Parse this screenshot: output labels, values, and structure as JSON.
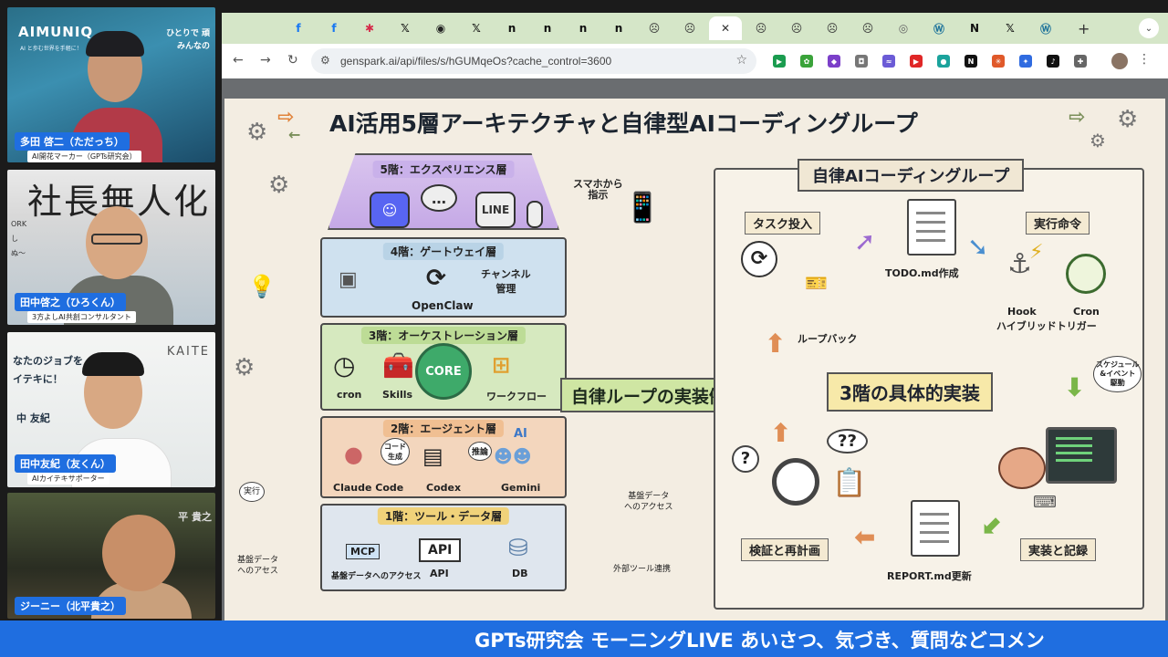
{
  "participants": [
    {
      "name": "多田 啓二（ただっち）",
      "role": "AI開花マーカー（GPTs研究会）",
      "brand": "AIMUNIQ",
      "brand_sub": "AI と歩む世界を手軽に！",
      "corner": "ひとりで 頑\nみんなの"
    },
    {
      "name": "田中啓之（ひろくん）",
      "role": "3方よしAI共創コンサルタント",
      "bg_title": "社長無人化",
      "bg_side": "ORK\nし\nぬ〜"
    },
    {
      "name": "田中友紀（友くん）",
      "role": "AIカイテキサポーター",
      "bg_title": "KAITE",
      "bg_side": "なたのジョブを\nイテキに！",
      "bg_name": "中 友紀"
    },
    {
      "name": "ジーニー（北平貴之）",
      "bg_side": "平 貴之"
    }
  ],
  "browser": {
    "tabs": [
      {
        "icon": "facebook-icon",
        "glyph": "f",
        "color": "#1877f2"
      },
      {
        "icon": "facebook-icon",
        "glyph": "f",
        "color": "#1877f2"
      },
      {
        "icon": "slack-icon",
        "glyph": "✱",
        "color": "#d62b4a"
      },
      {
        "icon": "x-icon",
        "glyph": "𝕏",
        "color": "#111111"
      },
      {
        "icon": "github-icon",
        "glyph": "◉",
        "color": "#222222"
      },
      {
        "icon": "x-icon",
        "glyph": "𝕏",
        "color": "#111111"
      },
      {
        "icon": "notion-icon",
        "glyph": "n",
        "color": "#111111"
      },
      {
        "icon": "notion-icon",
        "glyph": "n",
        "color": "#111111"
      },
      {
        "icon": "notion-icon",
        "glyph": "n",
        "color": "#111111"
      },
      {
        "icon": "notion-icon",
        "glyph": "n",
        "color": "#111111"
      },
      {
        "icon": "chatgpt-icon",
        "glyph": "☹",
        "color": "#333333"
      },
      {
        "icon": "chatgpt-icon",
        "glyph": "☹",
        "color": "#333333"
      },
      {
        "icon": "close-tab-icon",
        "glyph": "✕",
        "color": "#333333",
        "active": true
      },
      {
        "icon": "chatgpt-icon",
        "glyph": "☹",
        "color": "#333333"
      },
      {
        "icon": "chatgpt-icon",
        "glyph": "☹",
        "color": "#333333"
      },
      {
        "icon": "chatgpt-icon",
        "glyph": "☹",
        "color": "#333333"
      },
      {
        "icon": "chatgpt-icon",
        "glyph": "☹",
        "color": "#333333"
      },
      {
        "icon": "chrome-icon",
        "glyph": "◎",
        "color": "#666666"
      },
      {
        "icon": "wordpress-icon",
        "glyph": "Ⓦ",
        "color": "#21759b"
      },
      {
        "icon": "notion-icon",
        "glyph": "N",
        "color": "#111111"
      },
      {
        "icon": "x-icon",
        "glyph": "𝕏",
        "color": "#111111"
      },
      {
        "icon": "wordpress-icon",
        "glyph": "Ⓦ",
        "color": "#21759b"
      }
    ],
    "url": "genspark.ai/api/files/s/hGUMqeOs?cache_control=3600",
    "extensions": [
      {
        "icon": "ext-green-icon",
        "color": "#1a9c4f",
        "glyph": "▶"
      },
      {
        "icon": "ext-clover-icon",
        "color": "#3aa33a",
        "glyph": "✿"
      },
      {
        "icon": "ext-purple-icon",
        "color": "#7b3fc9",
        "glyph": "◆"
      },
      {
        "icon": "ext-camera-icon",
        "color": "#777777",
        "glyph": "◘"
      },
      {
        "icon": "ext-wave-icon",
        "color": "#6b5bd6",
        "glyph": "≈"
      },
      {
        "icon": "ext-youtube-icon",
        "color": "#e02727",
        "glyph": "▶"
      },
      {
        "icon": "ext-teal-icon",
        "color": "#1ba39c",
        "glyph": "●"
      },
      {
        "icon": "ext-notion-icon",
        "color": "#111111",
        "glyph": "N"
      },
      {
        "icon": "ext-asterisk-icon",
        "color": "#e0592a",
        "glyph": "✳"
      },
      {
        "icon": "ext-blue-icon",
        "color": "#2f6be0",
        "glyph": "✦"
      },
      {
        "icon": "ext-yellow-icon",
        "color": "#111111",
        "glyph": "♪"
      },
      {
        "icon": "ext-puzzle-icon",
        "color": "#666666",
        "glyph": "✚"
      }
    ]
  },
  "infographic": {
    "title": "AI活用5層アーキテクチャと自律型AIコーディングループ",
    "floors": {
      "f5": {
        "label": "5階：エクスペリエンス層",
        "line": "LINE"
      },
      "f4": {
        "label": "4階：ゲートウェイ層",
        "openclaw": "OpenClaw",
        "channel": "チャンネル\n管理"
      },
      "f3": {
        "label": "3階：オーケストレーション層",
        "cron": "cron",
        "skills": "Skills",
        "core": "CORE",
        "workflow": "ワークフロー"
      },
      "f2": {
        "label": "2階：エージェント層",
        "code_gen": "コード\n生成",
        "inference": "推論",
        "ai": "AI",
        "claude": "Claude Code",
        "codex": "Codex",
        "gemini": "Gemini"
      },
      "f1": {
        "label": "1階：ツール・データ層",
        "mcp": "MCP",
        "api_box": "API",
        "api": "API",
        "db": "DB",
        "bottom": "基盤データへのアクセス"
      }
    },
    "side_notes": {
      "smartphone": "スマホから\n指示",
      "execute": "実行",
      "base_left": "基盤データ\nへのアセス",
      "base_right": "基盤データ\nへのアクセス",
      "external": "外部ツール連携"
    },
    "big_arrow": "自律ループの実装例 →",
    "loop": {
      "title": "自律AIコーディングループ",
      "task_input": "タスク投入",
      "todo": "TODO.md作成",
      "exec_cmd": "実行命令",
      "hook": "Hook",
      "cron": "Cron",
      "hybrid": "ハイブリッドトリガー",
      "loopback": "ループバック",
      "center": "3階の具体的実装",
      "schedule": "スケジュール\n&イベント\n駆動",
      "qmark": "??",
      "verify": "検証と再計画",
      "report": "REPORT.md更新",
      "implement": "実装と記録"
    }
  },
  "ticker": "GPTs研究会 モーニングLIVE あいさつ、気づき、質問などコメン"
}
